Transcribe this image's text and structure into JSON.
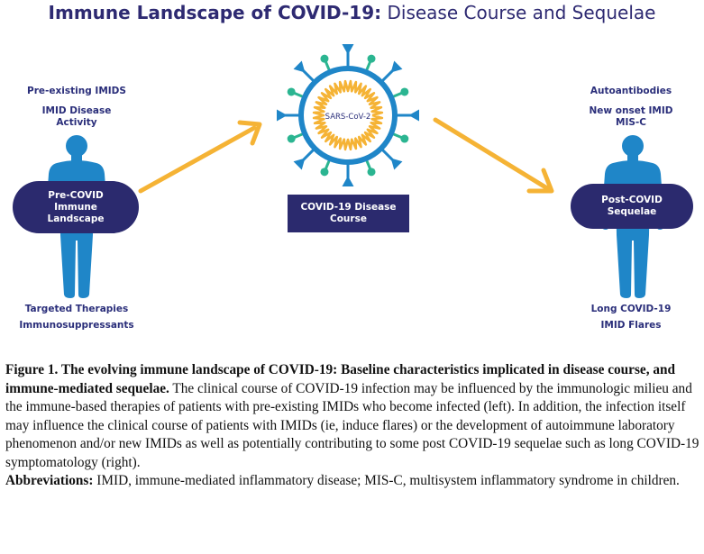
{
  "title": {
    "bold": "Immune Landscape of COVID-19:",
    "rest": " Disease Course and Sequelae"
  },
  "left": {
    "top_labels": [
      "Pre-existing IMIDS",
      "IMID Disease",
      "Activity"
    ],
    "pill_lines": [
      "Pre-COVID",
      "Immune",
      "Landscape"
    ],
    "bottom_labels": [
      "Targeted Therapies",
      "Immunosuppressants"
    ]
  },
  "center": {
    "virus_label": "SARS-CoV-2",
    "box_lines": [
      "COVID-19 Disease",
      "Course"
    ]
  },
  "right": {
    "top_labels": [
      "Autoantibodies",
      "New onset IMID",
      "MIS-C"
    ],
    "pill_lines": [
      "Post-COVID",
      "Sequelae"
    ],
    "bottom_labels": [
      "Long COVID-19",
      "IMID Flares"
    ]
  },
  "caption": {
    "figure_bold": "Figure 1. The evolving immune landscape of COVID-19: Baseline characteristics implicated in disease course, and immune-mediated sequelae.",
    "figure_text": " The clinical course of COVID-19 infection may be influenced by the immunologic milieu and the immune-based therapies of patients with pre-existing IMIDs who become infected (left). In addition, the infection itself may influence the clinical course of patients with IMIDs (ie, induce flares) or the development of autoimmune laboratory phenomenon and/or new IMIDs as well as potentially contributing to some post COVID-19 sequelae such as long COVID-19 symptomatology (right).",
    "abbrev_bold": "Abbreviations:",
    "abbrev_text": " IMID, immune-mediated inflammatory disease; MIS-C, multisystem inflammatory syndrome in children."
  },
  "colors": {
    "navy": "#2b2a6e",
    "person_blue": "#1f86c8",
    "arrow_orange": "#f5b335",
    "virus_blue": "#1f86c8",
    "virus_green": "#2bb591"
  }
}
